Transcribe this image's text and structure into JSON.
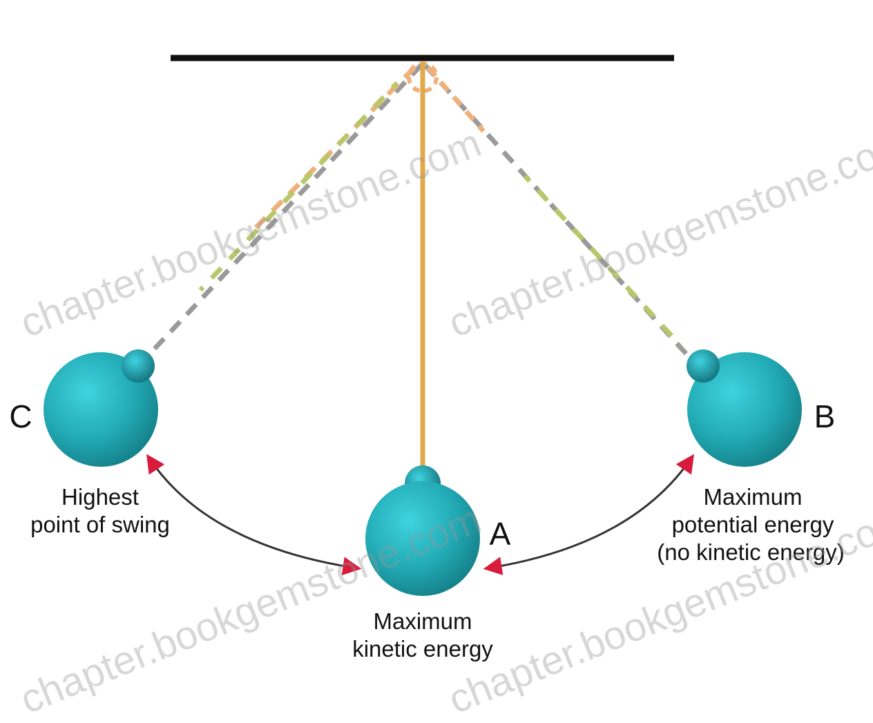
{
  "labels": {
    "point_c": "C",
    "point_b": "B",
    "point_a": "A",
    "c_caption_1": "Highest",
    "c_caption_2": "point of swing",
    "b_caption_1": "Maximum",
    "b_caption_2": "potential energy",
    "b_caption_3": "(no kinetic energy)",
    "a_caption_1": "Maximum",
    "a_caption_2": "kinetic energy"
  },
  "watermark": "chapter.bookgemstone.com",
  "colors": {
    "support_bar": "#111111",
    "string": "#e0a94a",
    "dashed_orange": "#f0b07a",
    "dashed_green": "#b9c76a",
    "dashed_gray": "#9a9a9a",
    "bob_light": "#3fd3e0",
    "bob_mid": "#21a9b3",
    "bob_dark": "#157f88",
    "arrow_line": "#333333",
    "arrow_head": "#d81b3c"
  }
}
